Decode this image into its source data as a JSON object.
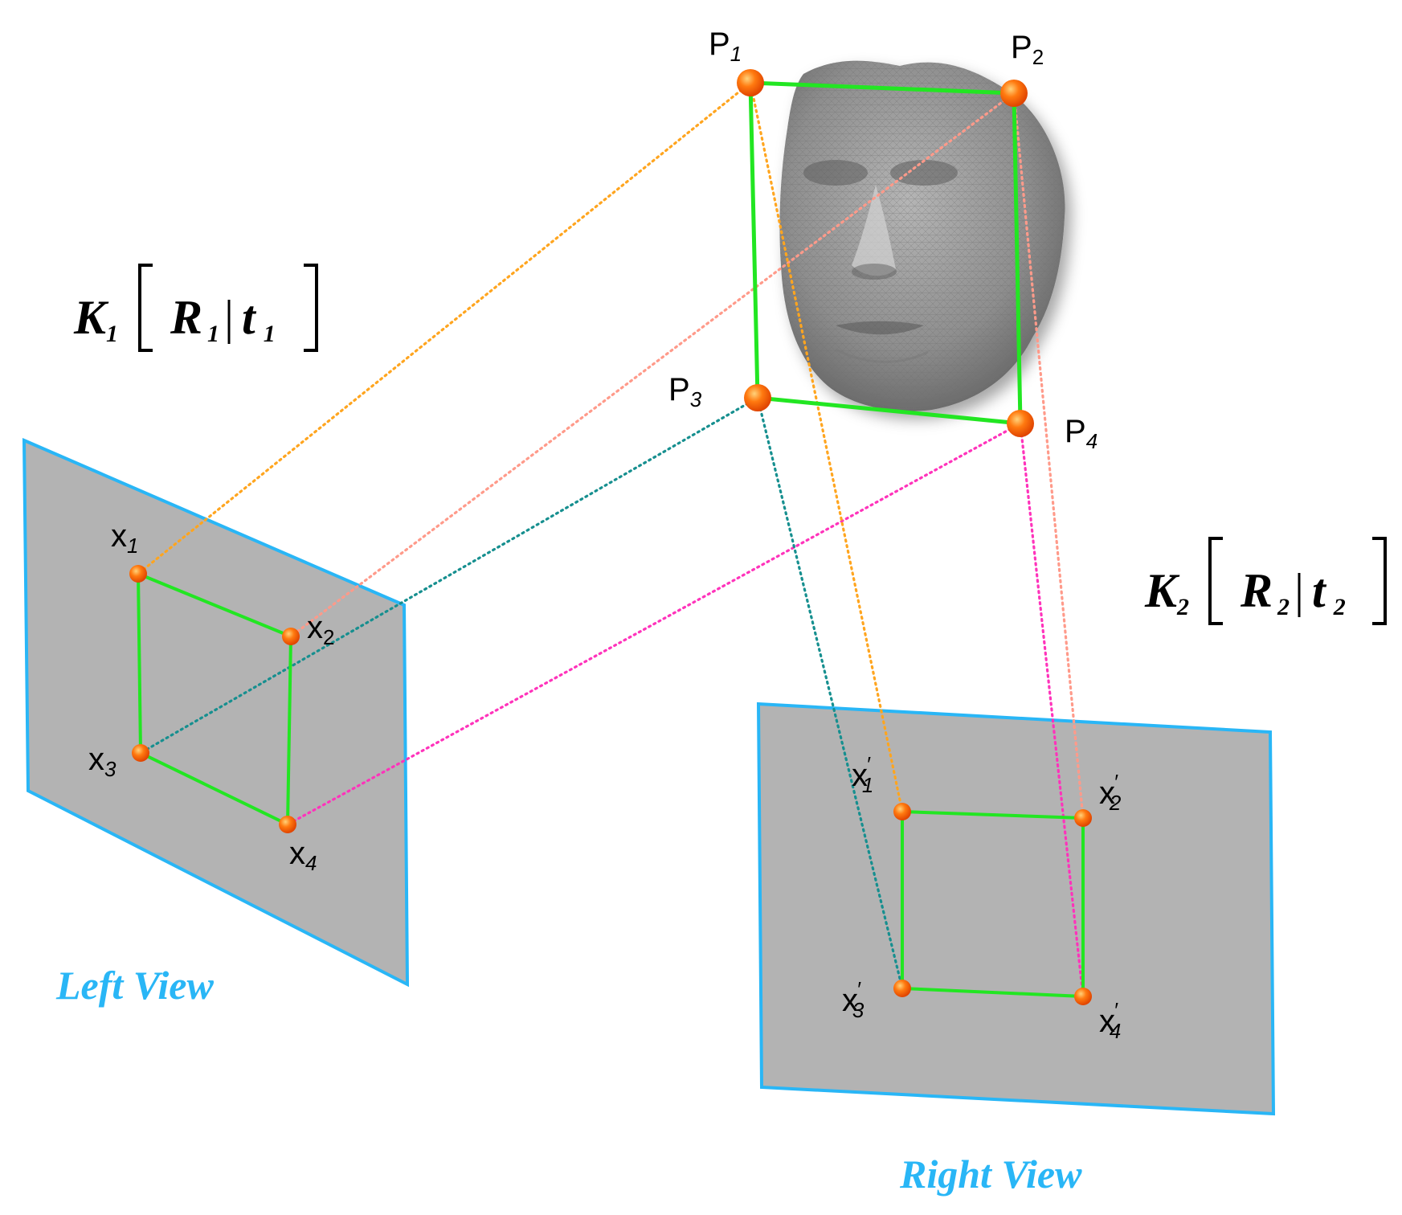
{
  "world_points": [
    {
      "id": "P1",
      "base": "P",
      "sub": "1",
      "sub_italic": true
    },
    {
      "id": "P2",
      "base": "P",
      "sub": "2",
      "sub_italic": false
    },
    {
      "id": "P3",
      "base": "P",
      "sub": "3",
      "sub_italic": true
    },
    {
      "id": "P4",
      "base": "P",
      "sub": "4",
      "sub_italic": true
    }
  ],
  "left_points": [
    {
      "id": "x1",
      "base": "x",
      "sub": "1",
      "sub_italic": true
    },
    {
      "id": "x2",
      "base": "x",
      "sub": "2",
      "sub_italic": false
    },
    {
      "id": "x3",
      "base": "x",
      "sub": "3",
      "sub_italic": true
    },
    {
      "id": "x4",
      "base": "x",
      "sub": "4",
      "sub_italic": true
    }
  ],
  "right_points": [
    {
      "id": "x1p",
      "base": "x",
      "sub": "1",
      "prime": "′",
      "sub_italic": true
    },
    {
      "id": "x2p",
      "base": "x",
      "sub": "2",
      "prime": "′",
      "sub_italic": true
    },
    {
      "id": "x3p",
      "base": "x",
      "sub": "3",
      "prime": "′",
      "sub_italic": true
    },
    {
      "id": "x4p",
      "base": "x",
      "sub": "4",
      "prime": "′",
      "sub_italic": true
    }
  ],
  "camera_left": {
    "K": "K",
    "K_sub": "1",
    "R": "R",
    "R_sub": "1",
    "sep": "|",
    "t": "t",
    "t_sub": "1"
  },
  "camera_right": {
    "K": "K",
    "K_sub": "2",
    "R": "R",
    "R_sub": "2",
    "sep": "|",
    "t": "t",
    "t_sub": "2"
  },
  "views": {
    "left_title": "Left View",
    "right_title": "Right View"
  },
  "colors": {
    "plane_fill": "#b3b3b3",
    "plane_border": "#29b6f6",
    "square": "#22e622",
    "point": "#ff6a00",
    "title": "#29b6f6",
    "ray_p1": "#ffa51f",
    "ray_p2": "#ff9a8a",
    "ray_p3": "#168f8f",
    "ray_p4": "#ff33bb"
  }
}
